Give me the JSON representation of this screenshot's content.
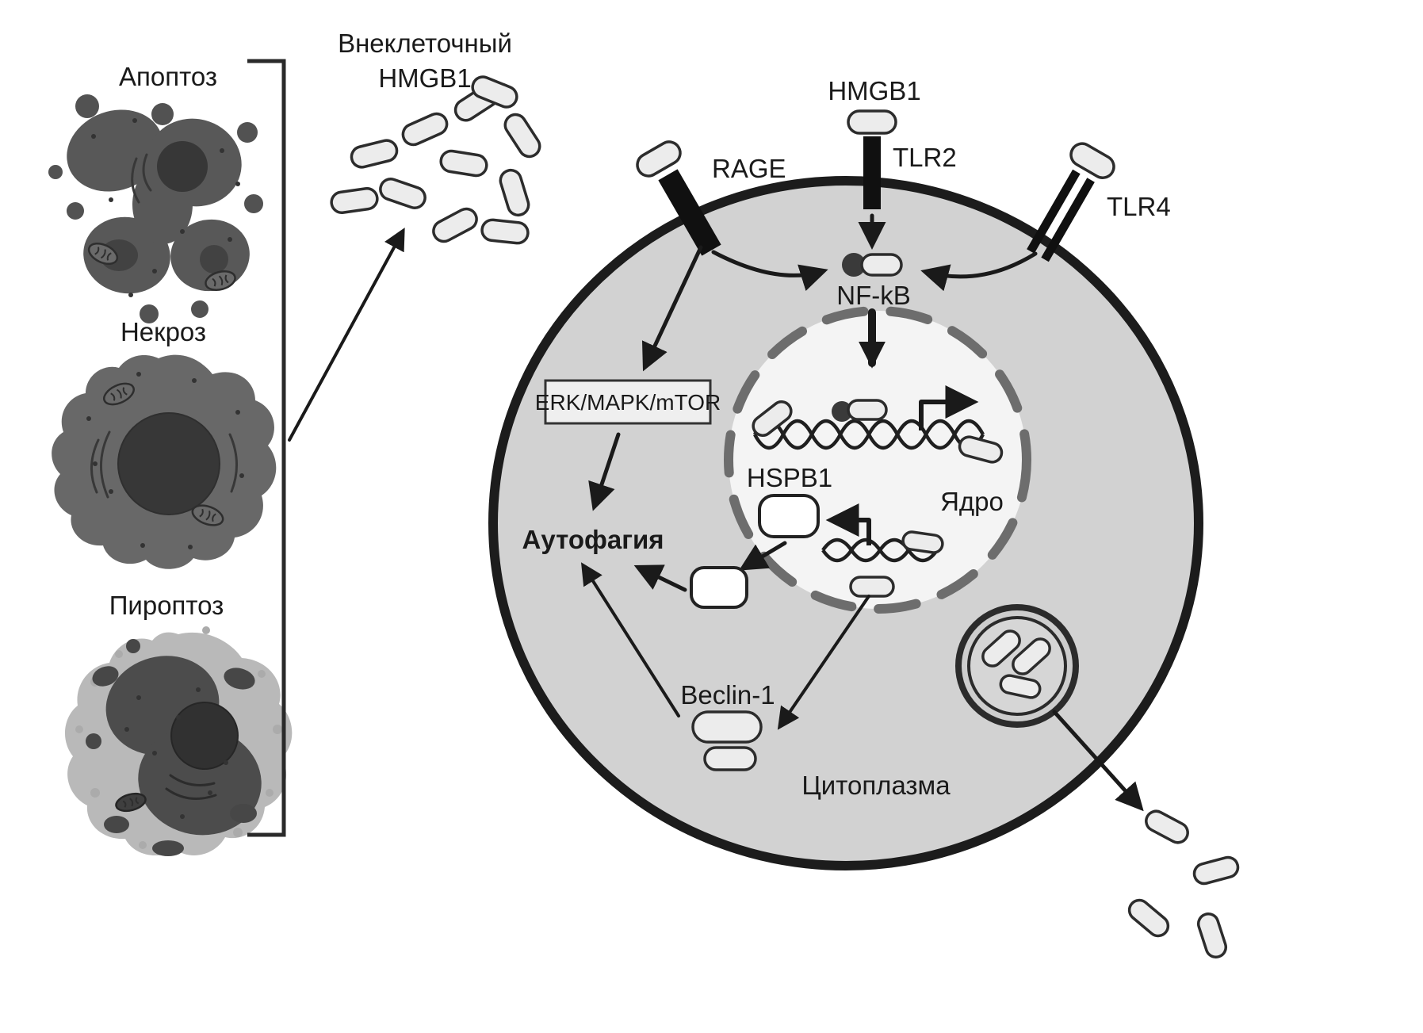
{
  "diagram": {
    "death_pathways": [
      {
        "label": "Апоптоз"
      },
      {
        "label": "Некроз"
      },
      {
        "label": "Пироптоз"
      }
    ],
    "extracellular": {
      "line1": "Внеклеточный",
      "line2": "HMGB1"
    },
    "ligand": "HMGB1",
    "receptors": {
      "rage": "RAGE",
      "tlr2": "TLR2",
      "tlr4": "TLR4"
    },
    "signaling": {
      "nfkb": "NF-kB",
      "erk_box": "ERK/MAPK/mTOR",
      "hspb1": "HSPB1",
      "beclin1": "Beclin-1",
      "autophagy": "Аутофагия"
    },
    "compartments": {
      "nucleus": "Ядро",
      "cytoplasm": "Цитоплазма"
    }
  },
  "colors": {
    "ink": "#1a1a1a",
    "cell_fill": "#d2d2d2",
    "cell_stroke": "#1c1c1c",
    "nucleus_fill": "#f4f4f4",
    "envelope": "#6d6d6d",
    "pill_fill": "#ececec",
    "pill_stroke": "#2c2c2c",
    "blob_dark": "#585858",
    "blob_nucleus": "#373737",
    "necrosis_fill": "#686868",
    "pyroptosis_halo": "#b9b9b9",
    "pyroptosis_dark": "#4c4c4c"
  }
}
